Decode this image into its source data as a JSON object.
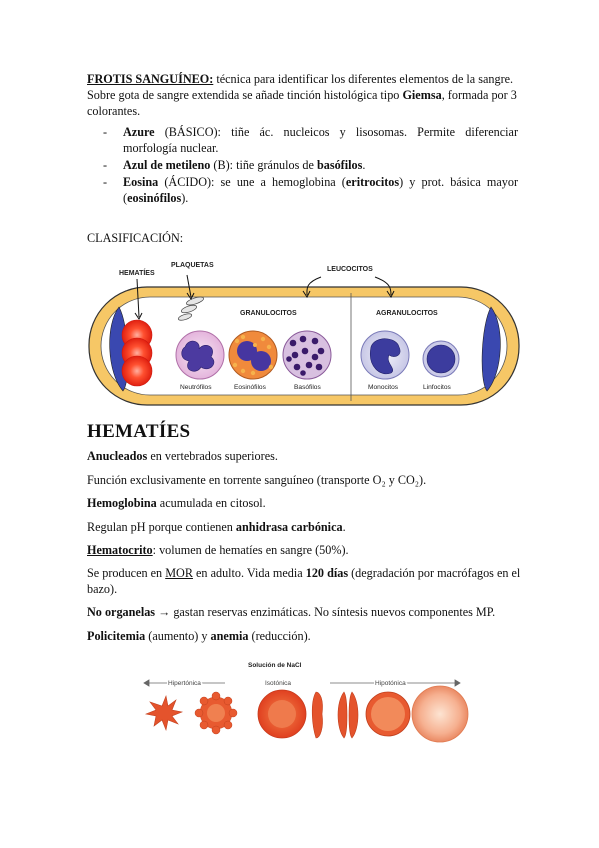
{
  "intro": {
    "title": "FROTIS SANGUÍNEO:",
    "line1_rest": " técnica para identificar los diferentes elementos de la sangre.",
    "line2_pre": "Sobre gota de sangre extendida se añade tinción histológica tipo ",
    "line2_bold": "Giemsa",
    "line2_post": ", formada por 3",
    "line3": "colorantes."
  },
  "stains": [
    {
      "dash": "-",
      "bold": "Azure",
      "rest": " (BÁSICO): tiñe ác. nucleicos y lisosomas. Permite diferenciar morfología nuclear."
    },
    {
      "dash": "-",
      "bold": "Azul de metileno",
      "mid": " (B):  tiñe gránulos de ",
      "bold2": "basófilos",
      "end": "."
    },
    {
      "dash": "-",
      "bold": "Eosina",
      "mid": " (ÁCIDO): se une a hemoglobina (",
      "bold2": "eritrocitos",
      "mid2": ") y prot. básica mayor (",
      "bold3": "eosinófilos",
      "end": ")."
    }
  ],
  "classification": {
    "heading": "CLASIFICACIÓN:"
  },
  "figure": {
    "hematies": "HEMATÍES",
    "plaquetas": "PLAQUETAS",
    "leucocitos": "LEUCOCITOS",
    "granulocitos": "GRANULOCITOS",
    "agranulocitos": "AGRANULOCITOS",
    "cells": [
      "Neutrófilos",
      "Eosinófilos",
      "Basófilos",
      "Monocitos",
      "Linfocitos"
    ]
  },
  "hematies_section": {
    "title": "HEMATÍES",
    "p1_bold": "Anucleados",
    "p1_rest": " en vertebrados superiores.",
    "p2": "Función exclusivamente en torrente sanguíneo (transporte O₂ y CO₂).",
    "p3_bold": "Hemoglobina",
    "p3_rest": " acumulada en citosol.",
    "p4_pre": "Regulan pH porque contienen ",
    "p4_bold": "anhidrasa carbónica",
    "p4_end": ".",
    "p5_u": "Hematocrito",
    "p5_rest": ": volumen de hematíes en sangre (50%).",
    "p6_pre": "Se producen en ",
    "p6_u": "MOR",
    "p6_mid": " en adulto. Vida media ",
    "p6_bold": "120 días",
    "p6_post": " (degradación por macrófagos en el",
    "p6_line2": "bazo).",
    "p7_bold": "No organelas",
    "p7_arrow": " → ",
    "p7_rest": "gastan reservas enzimáticas. No síntesis nuevos componentes MP.",
    "p8_bold1": "Policitemia",
    "p8_mid": " (aumento) y ",
    "p8_bold2": "anemia",
    "p8_end": " (reducción)."
  },
  "solution_figure": {
    "title": "Solución de NaCl",
    "hypertonic": "Hipertónica",
    "isotonic": "Isotónica",
    "hypotonic": "Hipotónica"
  }
}
